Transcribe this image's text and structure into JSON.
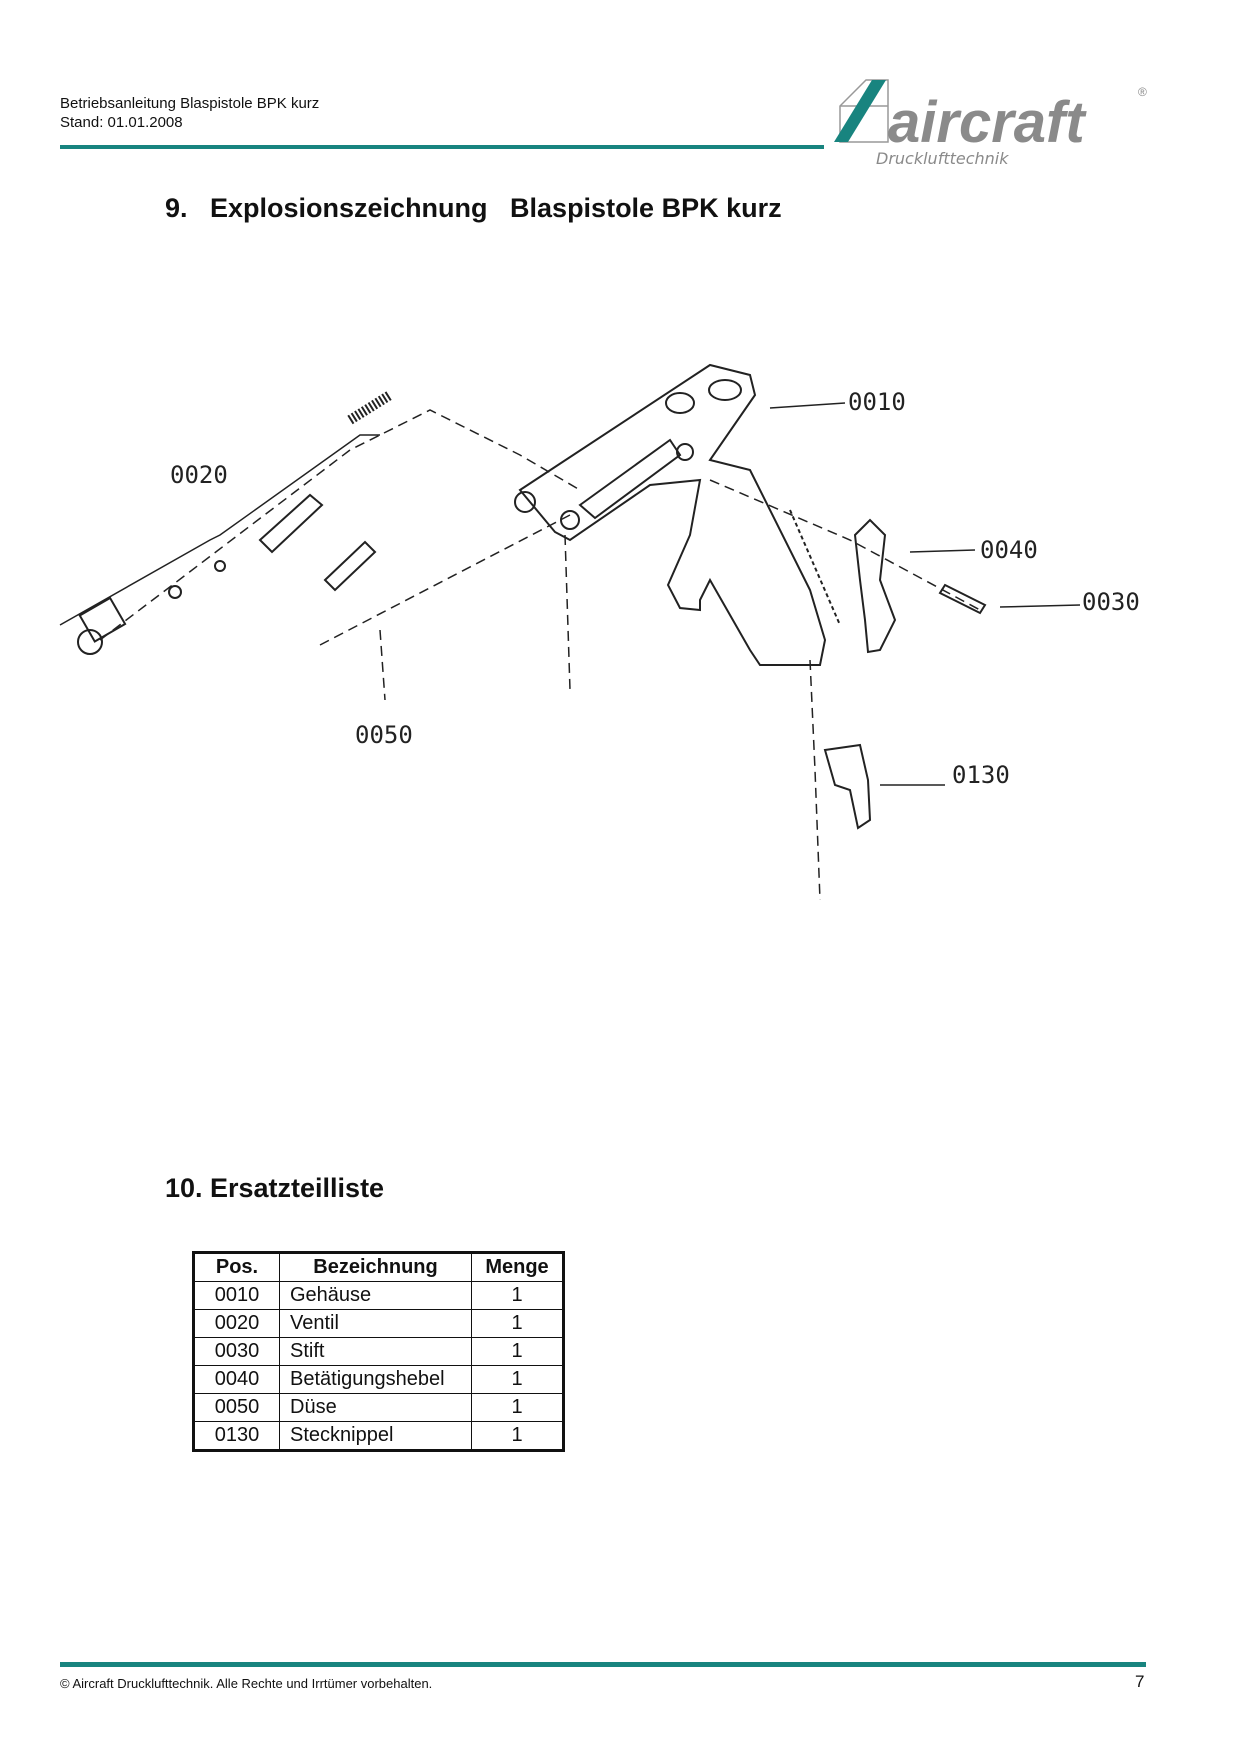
{
  "header": {
    "doc_title": "Betriebsanleitung Blaspistole BPK  kurz",
    "date": "Stand: 01.01.2008"
  },
  "logo": {
    "brand": "aircraft",
    "subtitle": "Drucklufttechnik",
    "registered": "®"
  },
  "colors": {
    "accent": "#18847f",
    "logo_grey": "#8a8a8a"
  },
  "section9": {
    "number": "9.",
    "title": "Explosionszeichnung   Blaspistole BPK kurz"
  },
  "drawing": {
    "callouts": [
      "0010",
      "0020",
      "0030",
      "0040",
      "0050",
      "0130"
    ]
  },
  "section10": {
    "number": "10.",
    "title": "Ersatzteilliste"
  },
  "parts_table": {
    "headers": [
      "Pos.",
      "Bezeichnung",
      "Menge"
    ],
    "rows": [
      {
        "pos": "0010",
        "name": "Gehäuse",
        "qty": "1"
      },
      {
        "pos": "0020",
        "name": "Ventil",
        "qty": "1"
      },
      {
        "pos": "0030",
        "name": "Stift",
        "qty": "1"
      },
      {
        "pos": "0040",
        "name": "Betätigungshebel",
        "qty": "1"
      },
      {
        "pos": "0050",
        "name": "Düse",
        "qty": "1"
      },
      {
        "pos": "0130",
        "name": "Stecknippel",
        "qty": "1"
      }
    ]
  },
  "footer": {
    "copyright": "© Aircraft Drucklufttechnik. Alle Rechte und Irrtümer vorbehalten.",
    "page": "7"
  }
}
